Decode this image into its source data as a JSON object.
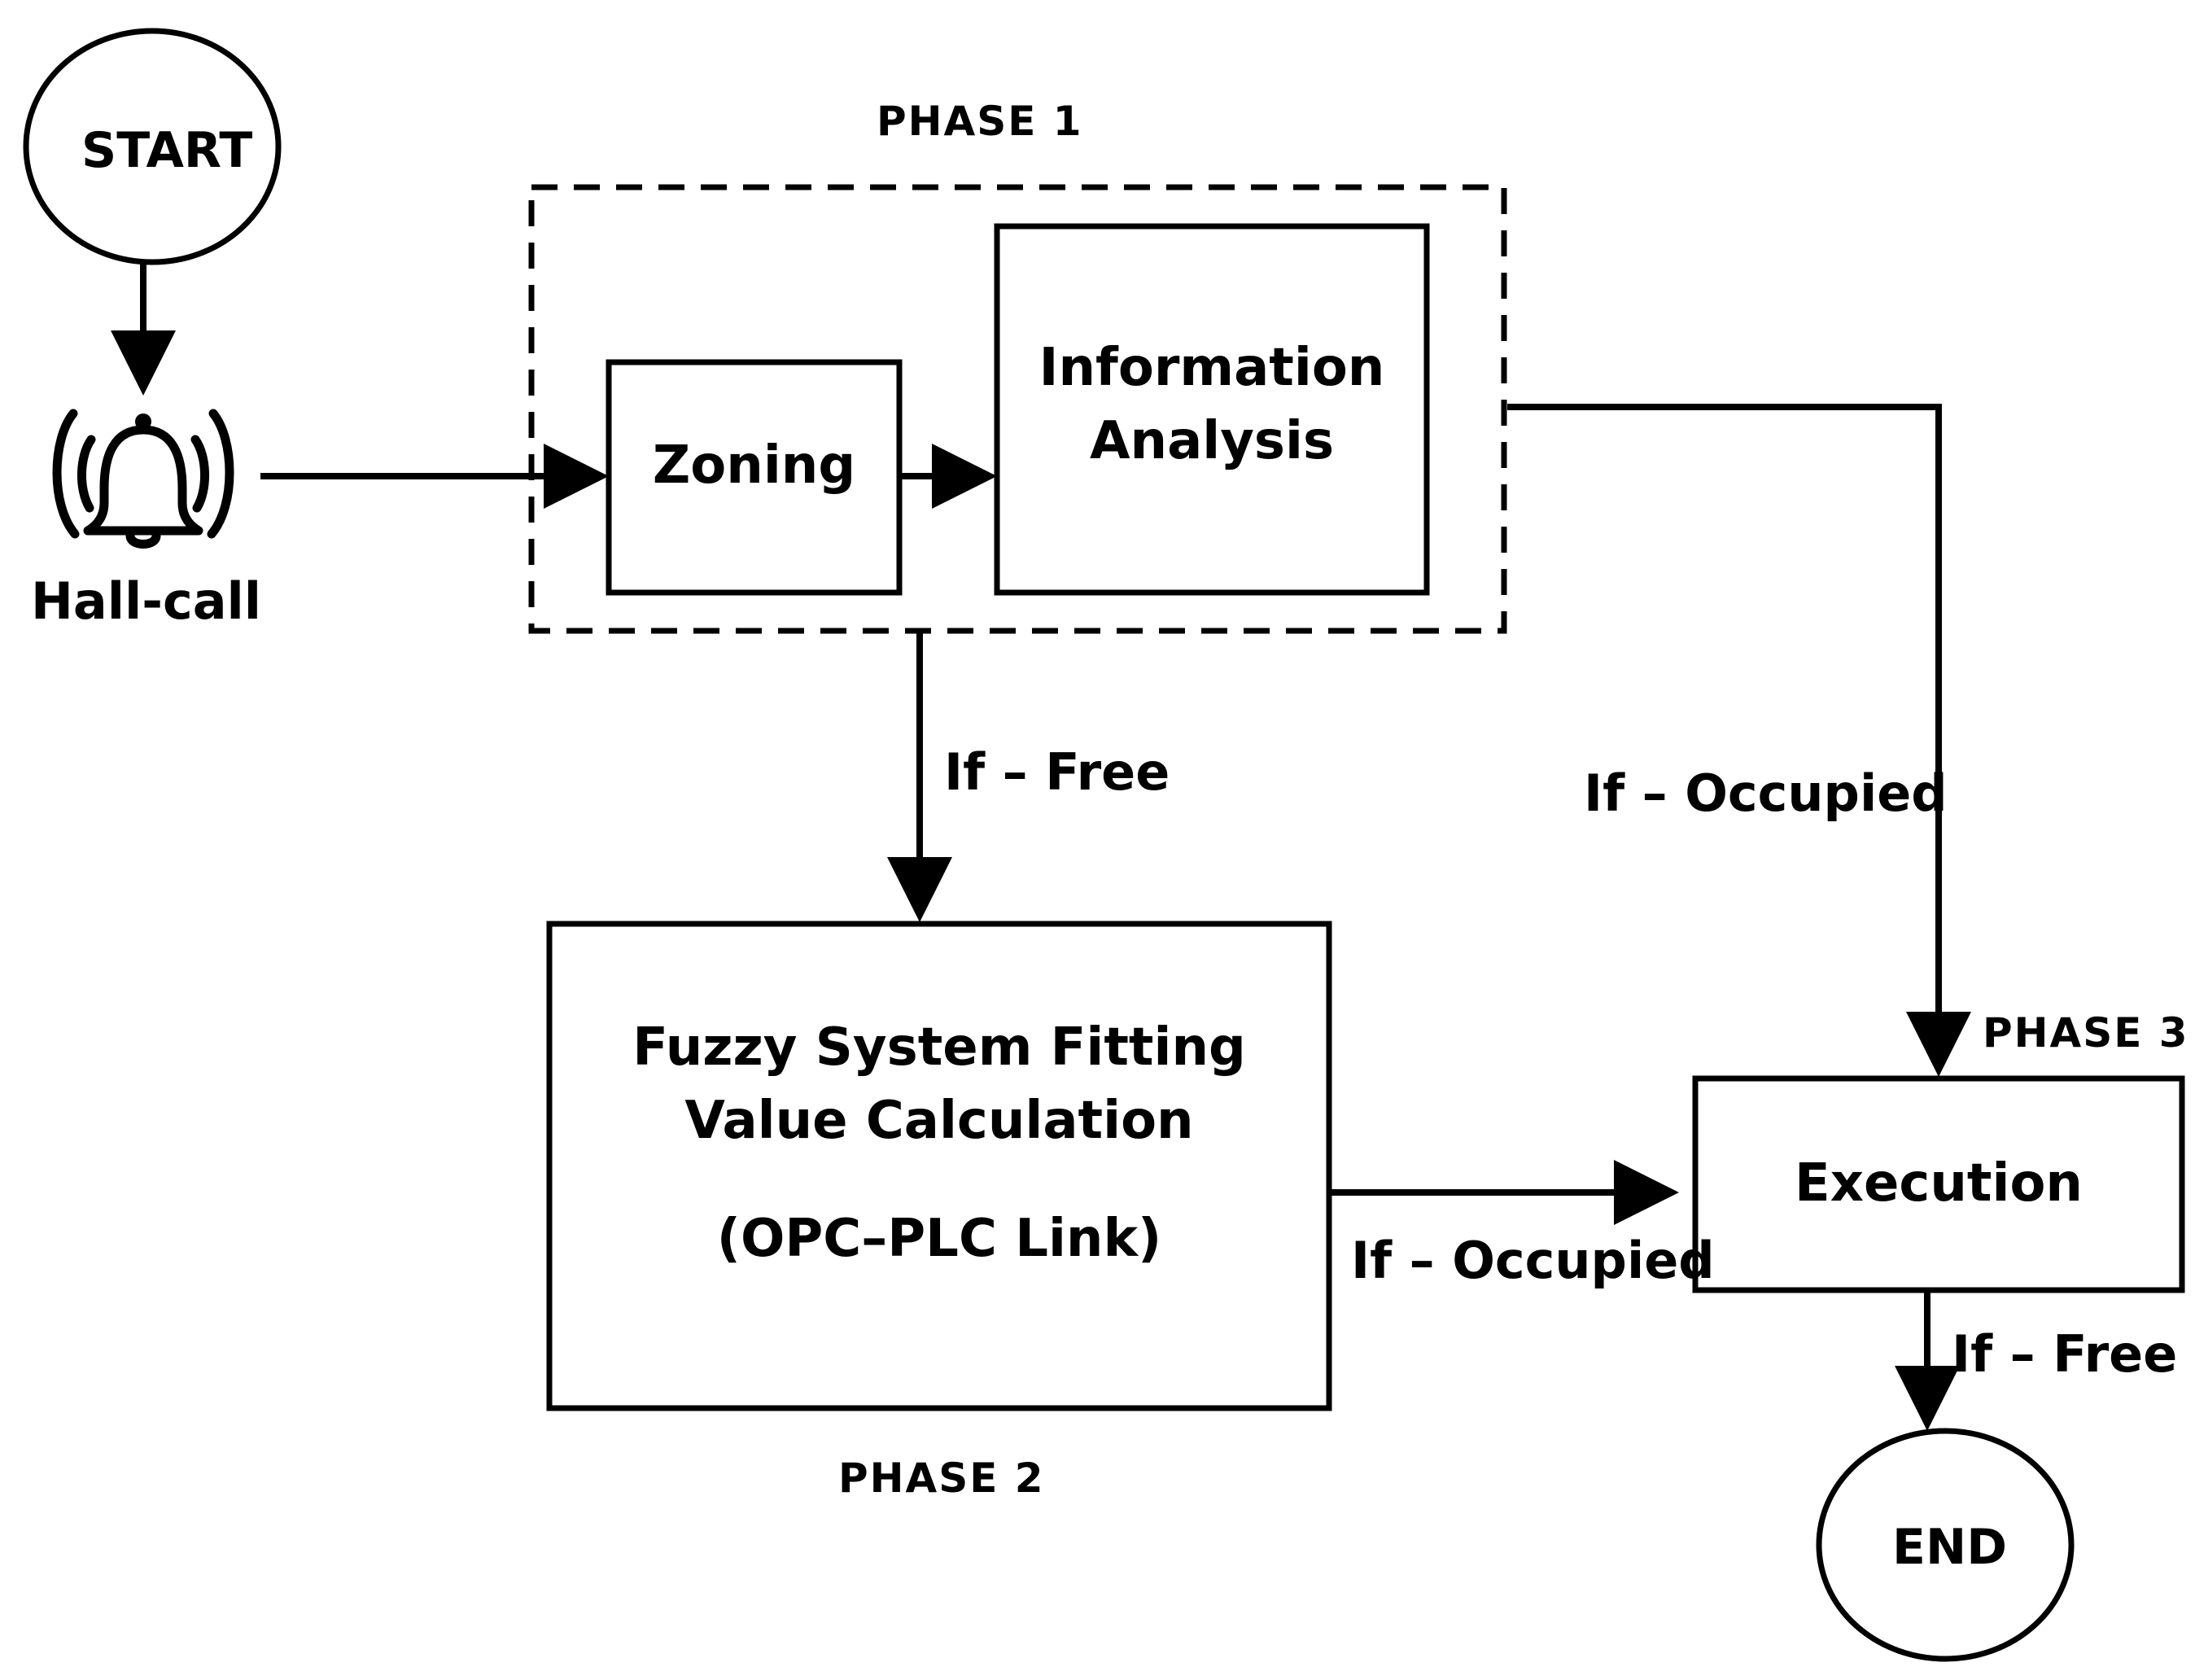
{
  "diagram": {
    "start_label": "START",
    "end_label": "END",
    "hallcall_label": "Hall-call",
    "phase1_label": "PHASE 1",
    "phase2_label": "PHASE 2",
    "phase3_label": "PHASE 3",
    "zoning_label": "Zoning",
    "info_line1": "Information",
    "info_line2": "Analysis",
    "fuzzy_line1": "Fuzzy System Fitting",
    "fuzzy_line2": "Value Calculation",
    "fuzzy_line3": "(OPC–PLC Link)",
    "execution_label": "Execution",
    "cond_phase1_free": "If – Free",
    "cond_phase1_occupied": "If – Occupied",
    "cond_phase2_occupied": "If – Occupied",
    "cond_phase3_free": "If – Free",
    "icon": "bell-ringing-icon",
    "stroke_color": "#000000"
  }
}
